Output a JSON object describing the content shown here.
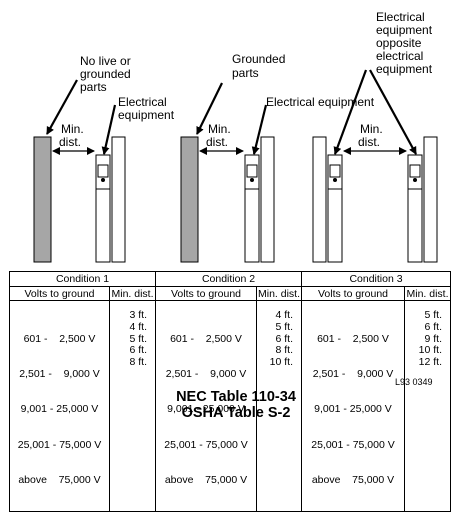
{
  "labels": {
    "no_live": [
      "No live or",
      "grounded",
      "parts"
    ],
    "electrical_equipment_1": [
      "Electrical",
      "equipment"
    ],
    "min_dist_1": [
      "Min.",
      "dist."
    ],
    "grounded_parts": [
      "Grounded",
      "parts"
    ],
    "min_dist_2": [
      "Min.",
      "dist."
    ],
    "electrical_equipment_2": "Electrical equipment",
    "opposite": [
      "Electrical",
      "equipment",
      "opposite",
      "electrical",
      "equipment"
    ],
    "min_dist_3": [
      "Min.",
      "dist."
    ]
  },
  "table": {
    "conditions": [
      "Condition 1",
      "Condition 2",
      "Condition 3"
    ],
    "volts_header": "Volts to ground",
    "dist_header": "Min. dist.",
    "voltages": [
      "601 -    2,500 V",
      "2,501 -    9,000 V",
      "9,001 - 25,000 V",
      "25,001 - 75,000 V",
      "above    75,000 V"
    ],
    "cond1": [
      "3 ft.",
      "4 ft.",
      "5 ft.",
      "6 ft.",
      "8 ft."
    ],
    "cond2": [
      "4 ft.",
      "5 ft.",
      "6 ft.",
      "8 ft.",
      "10 ft."
    ],
    "cond3": [
      "5 ft.",
      "6 ft.",
      "9 ft.",
      "10 ft.",
      "12 ft."
    ]
  },
  "ref_code": "L93 0349",
  "caption": {
    "line1": "NEC Table 110-34",
    "line2": "OSHA Table S-2"
  }
}
